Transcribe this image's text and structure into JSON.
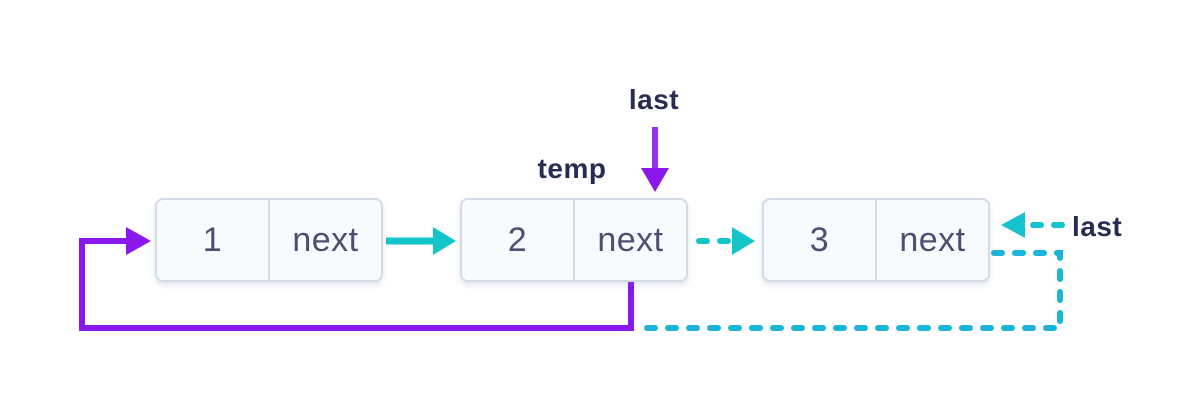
{
  "diagram": {
    "type": "circular-singly-linked-list",
    "nodes": [
      {
        "id": "node-1",
        "value": "1",
        "pointer_label": "next"
      },
      {
        "id": "node-2",
        "value": "2",
        "pointer_label": "next"
      },
      {
        "id": "node-3",
        "value": "3",
        "pointer_label": "next"
      }
    ],
    "labels": {
      "temp": "temp",
      "last_old": "last",
      "last_new": "last"
    },
    "edges": [
      {
        "from": "node-1.next",
        "to": "node-2",
        "style": "solid",
        "color": "#12c5c8",
        "meaning": "existing link 1 -> 2"
      },
      {
        "from": "node-2.next",
        "to": "node-3",
        "style": "dashed",
        "color": "#12c5c8",
        "meaning": "new link 2 -> 3"
      },
      {
        "from": "node-2.next",
        "to": "node-1",
        "style": "solid",
        "color": "#8a18ec",
        "meaning": "old circular link back to head"
      },
      {
        "from": "node-3.next",
        "to": "node-1",
        "style": "dashed",
        "color": "#1cb5d9",
        "meaning": "new circular link back to head"
      },
      {
        "from": "last (old)",
        "to": "node-2",
        "style": "solid",
        "color": "#8a18ec",
        "meaning": "last pointer before insertion"
      },
      {
        "from": "last (new)",
        "to": "node-3",
        "style": "dashed",
        "color": "#15c3cf",
        "meaning": "last pointer after insertion"
      },
      {
        "from": "temp",
        "to": "node-2",
        "style": "label-only",
        "color": "#282b52",
        "meaning": "temp references node 2"
      }
    ],
    "colors": {
      "purple": "#8a18ec",
      "teal_solid": "#12c5c8",
      "teal_dashed": "#1cb5d9",
      "label_navy": "#282b52",
      "node_text": "#4c4f72",
      "node_fill": "#f8fafd",
      "node_border": "#d3dbe7",
      "background": "#ffffff"
    }
  }
}
